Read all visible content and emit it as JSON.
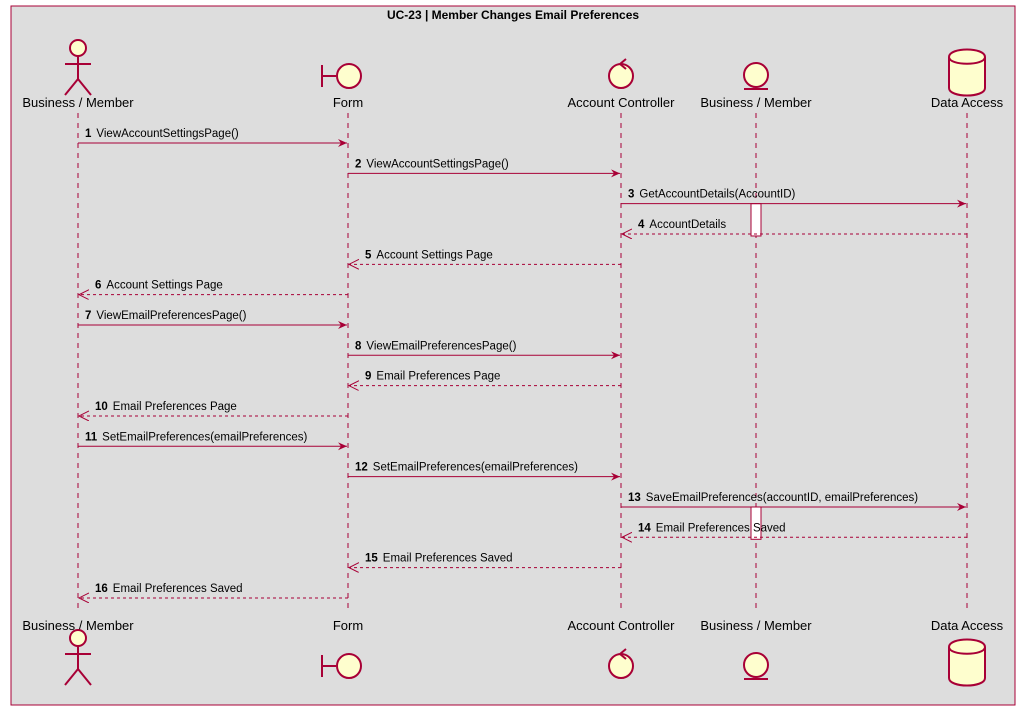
{
  "title": "UC-23 | Member Changes Email Preferences",
  "colors": {
    "background": "#dddddd",
    "frame": "#a80036",
    "arrow": "#a80036",
    "lifeline": "#a80036",
    "participant_fill": "#fefece"
  },
  "participants": [
    {
      "id": "member",
      "label": "Business / Member",
      "icon": "actor-icon"
    },
    {
      "id": "form",
      "label": "Form",
      "icon": "boundary-icon"
    },
    {
      "id": "controller",
      "label": "Account Controller",
      "icon": "control-icon"
    },
    {
      "id": "entity",
      "label": "Business / Member",
      "icon": "entity-icon"
    },
    {
      "id": "data",
      "label": "Data Access",
      "icon": "database-icon"
    }
  ],
  "messages": [
    {
      "num": "1",
      "from": "member",
      "to": "form",
      "label": "ViewAccountSettingsPage()",
      "kind": "sync"
    },
    {
      "num": "2",
      "from": "form",
      "to": "controller",
      "label": "ViewAccountSettingsPage()",
      "kind": "sync"
    },
    {
      "num": "3",
      "from": "controller",
      "to": "data",
      "label": "GetAccountDetails(AccountID)",
      "kind": "sync"
    },
    {
      "num": "4",
      "from": "data",
      "to": "controller",
      "label": "AccountDetails",
      "kind": "return"
    },
    {
      "num": "5",
      "from": "controller",
      "to": "form",
      "label": "Account Settings Page",
      "kind": "return"
    },
    {
      "num": "6",
      "from": "form",
      "to": "member",
      "label": "Account Settings Page",
      "kind": "return"
    },
    {
      "num": "7",
      "from": "member",
      "to": "form",
      "label": "ViewEmailPreferencesPage()",
      "kind": "sync"
    },
    {
      "num": "8",
      "from": "form",
      "to": "controller",
      "label": "ViewEmailPreferencesPage()",
      "kind": "sync"
    },
    {
      "num": "9",
      "from": "controller",
      "to": "form",
      "label": "Email Preferences Page",
      "kind": "return"
    },
    {
      "num": "10",
      "from": "form",
      "to": "member",
      "label": "Email Preferences Page",
      "kind": "return"
    },
    {
      "num": "11",
      "from": "member",
      "to": "form",
      "label": "SetEmailPreferences(emailPreferences)",
      "kind": "sync"
    },
    {
      "num": "12",
      "from": "form",
      "to": "controller",
      "label": "SetEmailPreferences(emailPreferences)",
      "kind": "sync"
    },
    {
      "num": "13",
      "from": "controller",
      "to": "data",
      "label": "SaveEmailPreferences(accountID, emailPreferences)",
      "kind": "sync"
    },
    {
      "num": "14",
      "from": "data",
      "to": "controller",
      "label": "Email Preferences Saved",
      "kind": "return"
    },
    {
      "num": "15",
      "from": "controller",
      "to": "form",
      "label": "Email Preferences Saved",
      "kind": "return"
    },
    {
      "num": "16",
      "from": "form",
      "to": "member",
      "label": "Email Preferences Saved",
      "kind": "return"
    }
  ],
  "activations": [
    {
      "participant": "entity",
      "from_message": "3",
      "to_message": "4"
    },
    {
      "participant": "entity",
      "from_message": "13",
      "to_message": "14"
    }
  ]
}
